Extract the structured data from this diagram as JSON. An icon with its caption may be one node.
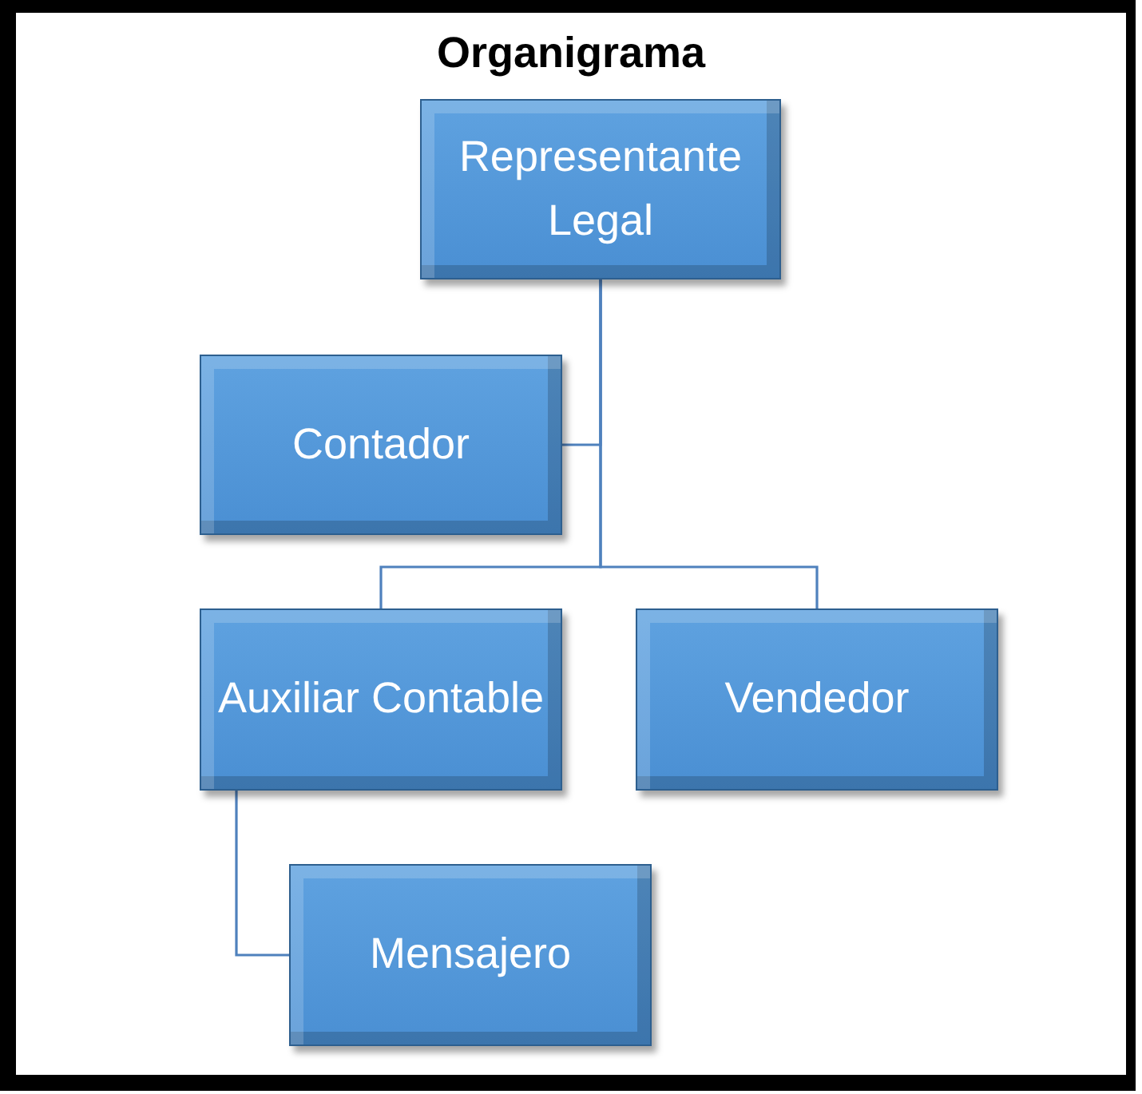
{
  "diagram": {
    "title": "Organigrama",
    "nodes": [
      {
        "text": [
          "Representante Legal"
        ]
      },
      {
        "text": [
          "Contador"
        ]
      },
      {
        "text": [
          "Auxiliar Contable"
        ]
      },
      {
        "text": [
          "Vendedor"
        ]
      },
      {
        "text": [
          "Mensajero"
        ]
      }
    ],
    "edges": [
      {
        "from": 0,
        "to": 1,
        "arrow": "none"
      },
      {
        "from": 0,
        "to": 2,
        "arrow": "none"
      },
      {
        "from": 0,
        "to": 3,
        "arrow": "none"
      },
      {
        "from": 2,
        "to": 4,
        "arrow": "none"
      }
    ]
  }
}
